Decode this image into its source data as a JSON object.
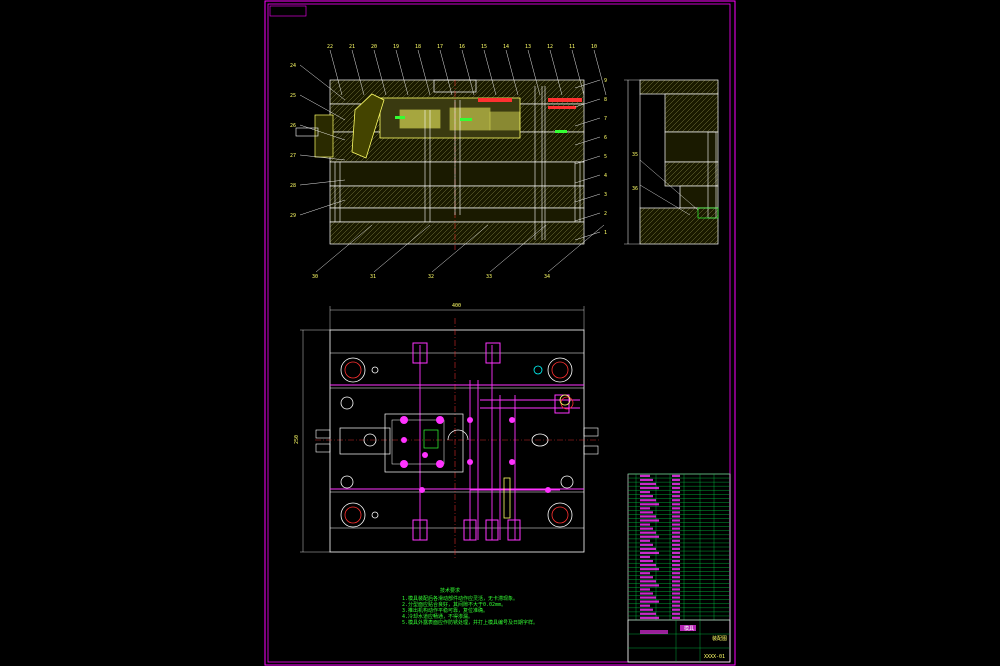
{
  "colors": {
    "background": "#000000",
    "frame": "#ff00ff",
    "outline": "#ffffff",
    "plate": "#ffff66",
    "hatch": "#c8c870",
    "pin": "#ff33ff",
    "center": "#ff3030",
    "cyan": "#00ffff",
    "green": "#33ff33",
    "table": "#00cc44"
  },
  "section_view": {
    "callouts_top": [
      "22",
      "21",
      "20",
      "19",
      "18",
      "17",
      "16",
      "15",
      "14",
      "13",
      "12",
      "11",
      "10"
    ],
    "callouts_left": [
      "24",
      "25",
      "26",
      "27",
      "28",
      "29"
    ],
    "callouts_right": [
      "9",
      "8",
      "7",
      "6",
      "5",
      "4",
      "3",
      "2",
      "1"
    ],
    "callouts_bottom": [
      "30",
      "31",
      "32",
      "33",
      "34"
    ]
  },
  "side_view": {
    "labels": [
      "35",
      "36"
    ]
  },
  "plan_view": {
    "dims": [
      "400",
      "250"
    ]
  },
  "notes": {
    "title": "技术要求",
    "lines": [
      "1.模具装配后各滑动部件动作应灵活，无卡滞现象。",
      "2.分型面应贴合良好，其间隙不大于0.02mm。",
      "3.推出机构动作平稳可靠，复位准确。",
      "4.冷却水道应畅通，不得渗漏。",
      "5.模具外露表面应作防锈处理，并打上模具编号及日期字样。"
    ]
  },
  "title_block": {
    "title": "模具",
    "drawing_no": "装配图",
    "code": "XXXX-01"
  },
  "parts_table": {
    "rows": 36
  }
}
